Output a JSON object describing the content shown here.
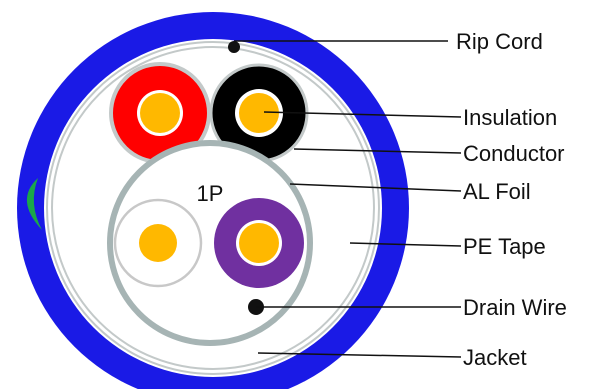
{
  "pair_label": "1P",
  "labels": {
    "rip_cord": "Rip Cord",
    "insulation": "Insulation",
    "conductor": "Conductor",
    "al_foil": "AL Foil",
    "pe_tape": "PE Tape",
    "drain_wire": "Drain Wire",
    "jacket": "Jacket"
  },
  "colors": {
    "jacket": "#1a1ae6",
    "conductor": "#ffb800",
    "insulation_red": "#ff0000",
    "insulation_black": "#000000",
    "insulation_white": "#ffffff",
    "insulation_purple": "#7030a0",
    "foil": "#a6b4b4",
    "ripcord_marker": "#1aa84a"
  }
}
